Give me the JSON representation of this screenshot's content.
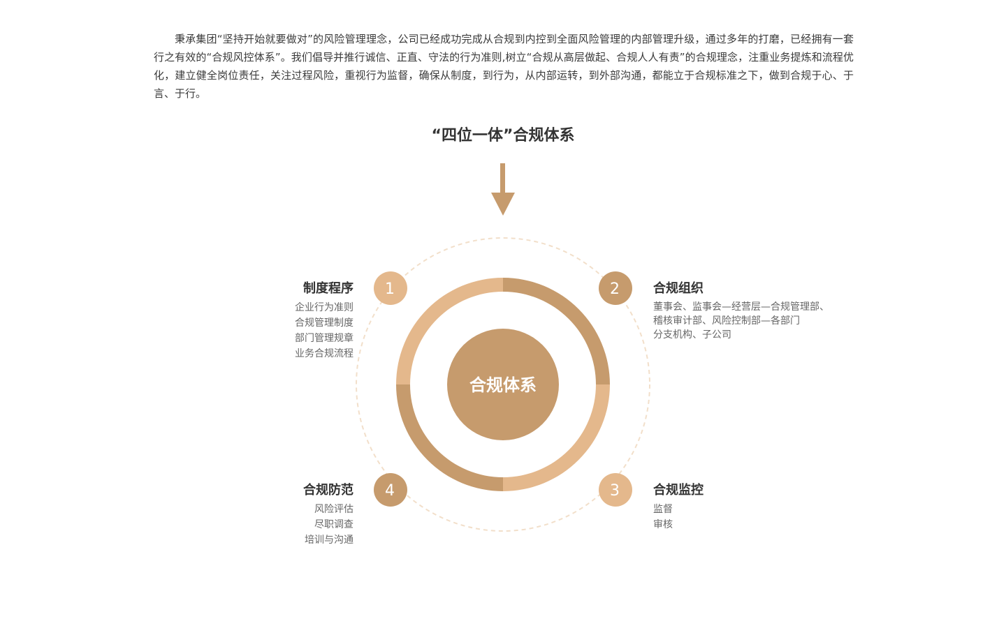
{
  "intro": {
    "text": "秉承集团“坚持开始就要做对”的风险管理理念，公司已经成功完成从合规到内控到全面风险管理的内部管理升级，通过多年的打磨，已经拥有一套行之有效的“合规风控体系”。我们倡导并推行诚信、正直、守法的行为准则,树立“合规从高层做起、合规人人有责”的合规理念，注重业务提炼和流程优化，建立健全岗位责任，关注过程风险，重视行为监督，确保从制度，到行为，从内部运转，到外部沟通，都能立于合规标准之下，做到合规于心、于言、于行。"
  },
  "diagram": {
    "title": "“四位一体”合规体系",
    "center_label": "合规体系",
    "colors": {
      "dark": "#c69b6d",
      "light": "#e4b88c",
      "dashed": "#f2dfca",
      "center_text": "#ffffff"
    },
    "nodes": [
      {
        "number": "1",
        "title": "制度程序",
        "lines": [
          "企业行为准则",
          "合规管理制度",
          "部门管理规章",
          "业务合规流程"
        ]
      },
      {
        "number": "2",
        "title": "合规组织",
        "lines": [
          "董事会、监事会—经营层—合规管理部、",
          "稽核审计部、风险控制部—各部门",
          "分支机构、子公司"
        ]
      },
      {
        "number": "3",
        "title": "合规监控",
        "lines": [
          "监督",
          "审核"
        ]
      },
      {
        "number": "4",
        "title": "合规防范",
        "lines": [
          "风险评估",
          "尽职调查",
          "培训与沟通"
        ]
      }
    ]
  }
}
